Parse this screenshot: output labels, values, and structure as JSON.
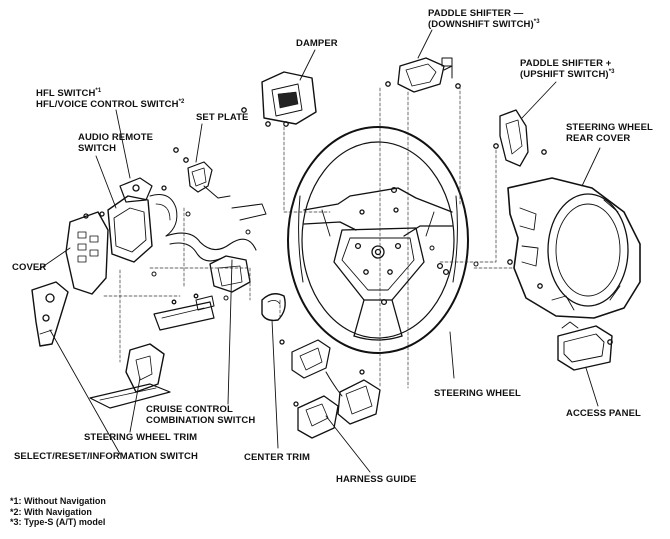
{
  "labels": {
    "damper": "DAMPER",
    "paddle_down_1": "PADDLE SHIFTER —",
    "paddle_down_2": "(DOWNSHIFT SWITCH)",
    "paddle_down_note": "*3",
    "paddle_up_1": "PADDLE SHIFTER +",
    "paddle_up_2": "(UPSHIFT SWITCH)",
    "paddle_up_note": "*3",
    "hfl_switch": "HFL SWITCH",
    "hfl_switch_note": "*1",
    "hfl_voice": "HFL/VOICE CONTROL SWITCH",
    "hfl_voice_note": "*2",
    "set_plate": "SET PLATE",
    "audio_remote_1": "AUDIO REMOTE",
    "audio_remote_2": "SWITCH",
    "rear_cover_1": "STEERING WHEEL",
    "rear_cover_2": "REAR COVER",
    "cover": "COVER",
    "steering_wheel": "STEERING WHEEL",
    "access_panel": "ACCESS PANEL",
    "cruise_1": "CRUISE CONTROL",
    "cruise_2": "COMBINATION SWITCH",
    "wheel_trim": "STEERING WHEEL TRIM",
    "select_reset": "SELECT/RESET/INFORMATION SWITCH",
    "center_trim": "CENTER TRIM",
    "harness_guide": "HARNESS GUIDE"
  },
  "footnotes": [
    "*1: Without Navigation",
    "*2: With Navigation",
    "*3: Type-S (A/T) model"
  ]
}
